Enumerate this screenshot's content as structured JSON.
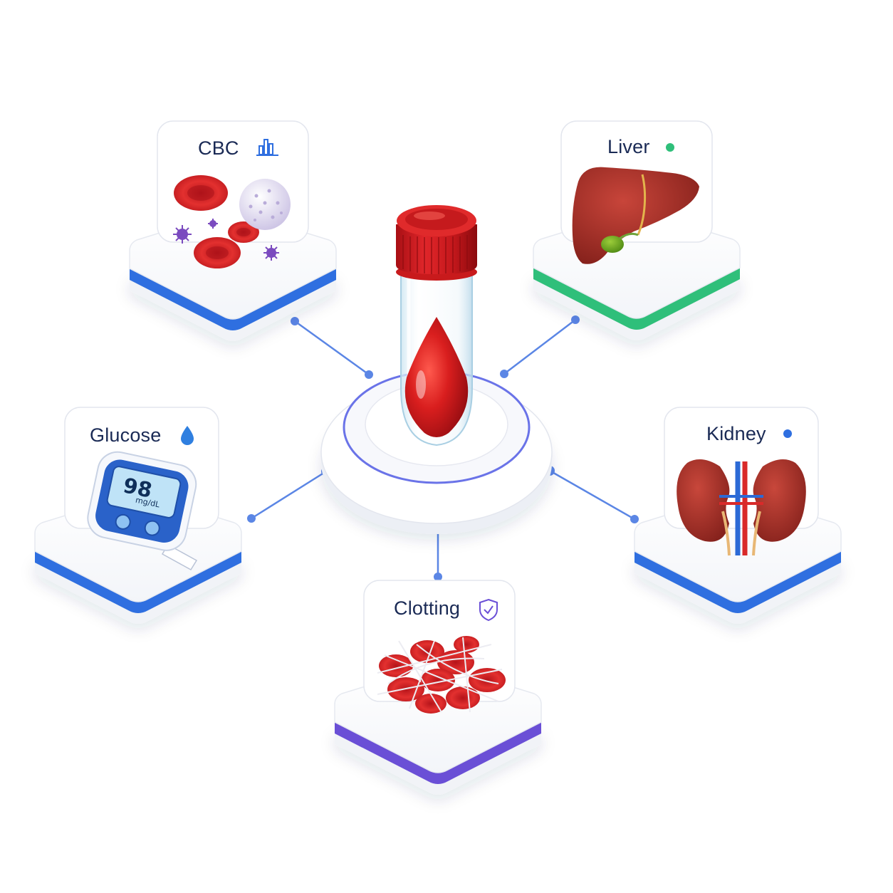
{
  "hub": {
    "icon": "blood-sample-tube-icon"
  },
  "tests": [
    {
      "key": "cbc",
      "label": "CBC",
      "icon": "bar-chart-icon",
      "accent": "#2f6fe0",
      "illustration": "blood-cells-icon"
    },
    {
      "key": "liver",
      "label": "Liver",
      "icon": "green-dot-icon",
      "accent": "#2fbf7a",
      "illustration": "liver-icon"
    },
    {
      "key": "glucose",
      "label": "Glucose",
      "icon": "water-drop-icon",
      "accent": "#2f6fe0",
      "illustration": "glucose-meter-icon"
    },
    {
      "key": "kidney",
      "label": "Kidney",
      "icon": "blue-dot-icon",
      "accent": "#2f6fe0",
      "illustration": "kidneys-icon"
    },
    {
      "key": "clotting",
      "label": "Clotting",
      "icon": "shield-check-icon",
      "accent": "#6a4fd6",
      "illustration": "blood-clot-icon"
    }
  ],
  "glucose_meter": {
    "value": "98",
    "unit": "mg/dL"
  },
  "colors": {
    "connector": "#5b86e5",
    "blood": "#d01c1f",
    "cap": "#c81a1c",
    "platform_ring": "#6a73e8"
  }
}
